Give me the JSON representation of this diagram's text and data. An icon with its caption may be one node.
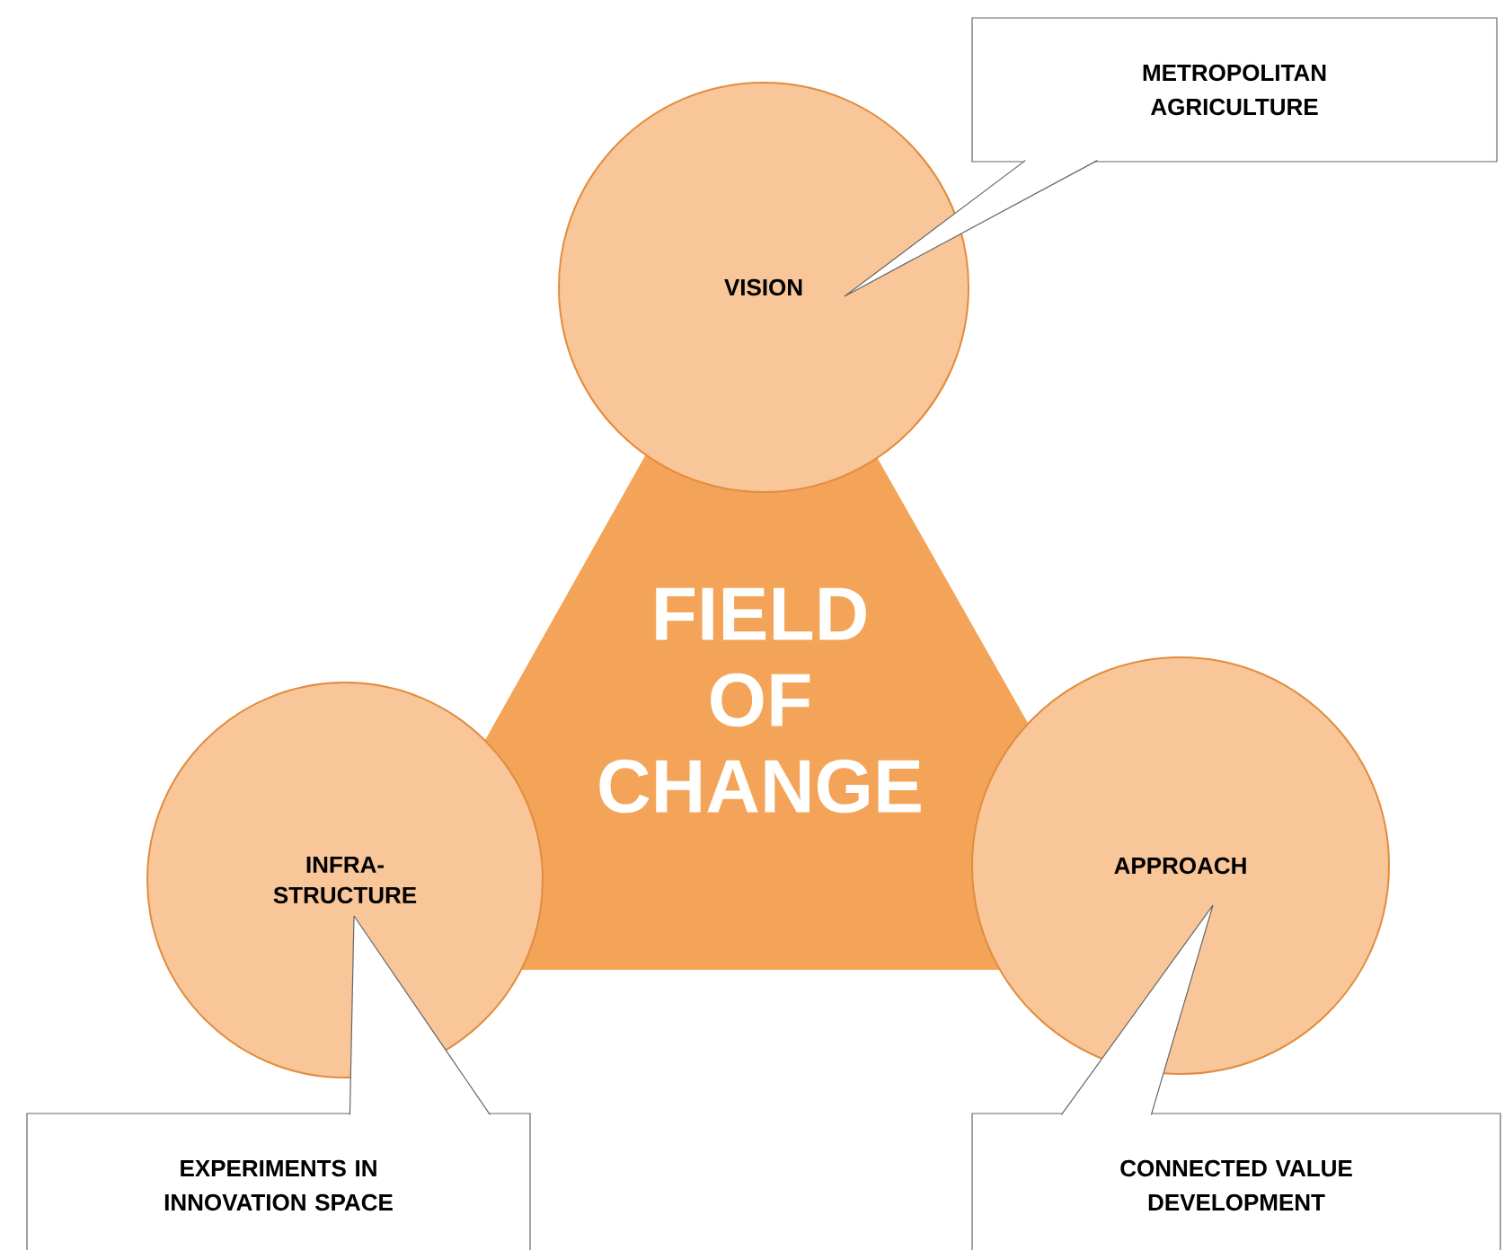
{
  "diagram": {
    "nodes": [
      {
        "text": [
          "METROPOLITAN AGRICULTURE"
        ]
      },
      {
        "text": [
          "VISION"
        ]
      },
      {
        "text": [
          "FIELD OF CHANGE"
        ]
      },
      {
        "text": [
          "INFRA- STRUCTURE"
        ]
      },
      {
        "text": [
          "APPROACH"
        ]
      },
      {
        "text": [
          "EXPERIMENTS IN INNOVATION SPACE"
        ]
      },
      {
        "text": [
          "CONNECTED VALUE DEVELOPMENT"
        ]
      }
    ],
    "edges": [
      {
        "from": 0,
        "to": 1,
        "arrow": "none"
      },
      {
        "from": 5,
        "to": 3,
        "arrow": "none"
      },
      {
        "from": 6,
        "to": 4,
        "arrow": "none"
      }
    ]
  }
}
